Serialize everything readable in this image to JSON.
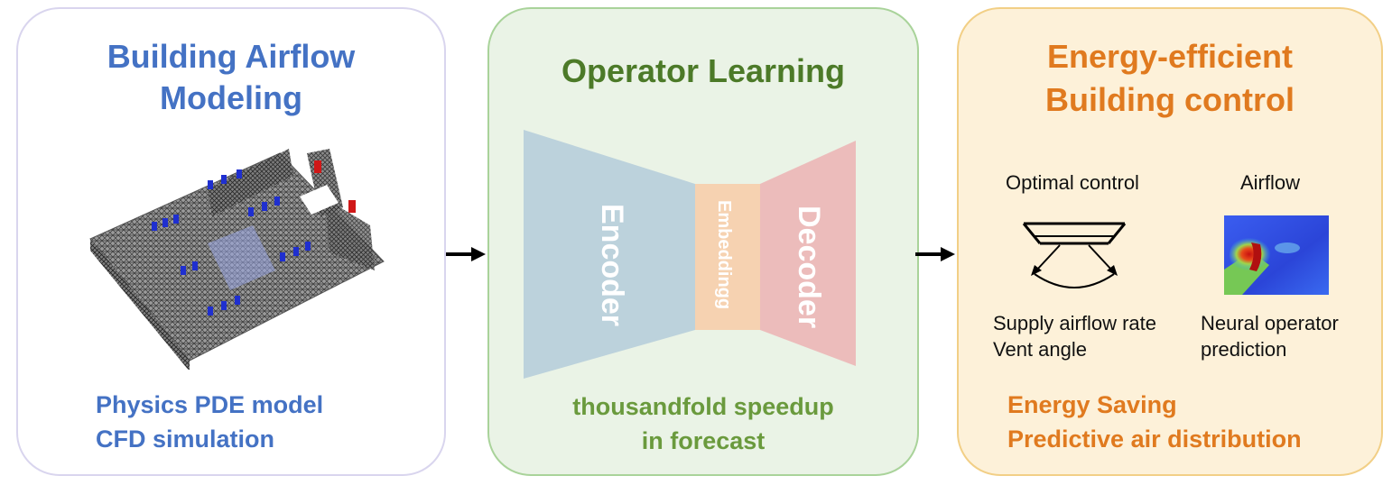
{
  "panels": {
    "modeling": {
      "title_line1": "Building Airflow",
      "title_line2": "Modeling",
      "foot_line1": "Physics PDE model",
      "foot_line2": "CFD simulation"
    },
    "operator": {
      "title": "Operator Learning",
      "encoder": "Encoder",
      "embedding": "Embeddingg",
      "decoder": "Decoder",
      "foot_line1": "thousandfold speedup",
      "foot_line2": "in forecast"
    },
    "control": {
      "title_line1": "Energy-efficient",
      "title_line2": "Building control",
      "optimal_control": "Optimal control",
      "airflow": "Airflow",
      "supply_line1": "Supply airflow rate",
      "supply_line2": "Vent angle",
      "neural_line1": "Neural operator",
      "neural_line2": "prediction",
      "foot_line1": "Energy Saving",
      "foot_line2": "Predictive air distribution"
    }
  },
  "colors": {
    "blue": "#4472c4",
    "green": "#4c7a28",
    "orange": "#e07a1f",
    "encoder": "#bcd2dc",
    "embedding": "#f6d2b1",
    "decoder": "#ecbcbb"
  }
}
